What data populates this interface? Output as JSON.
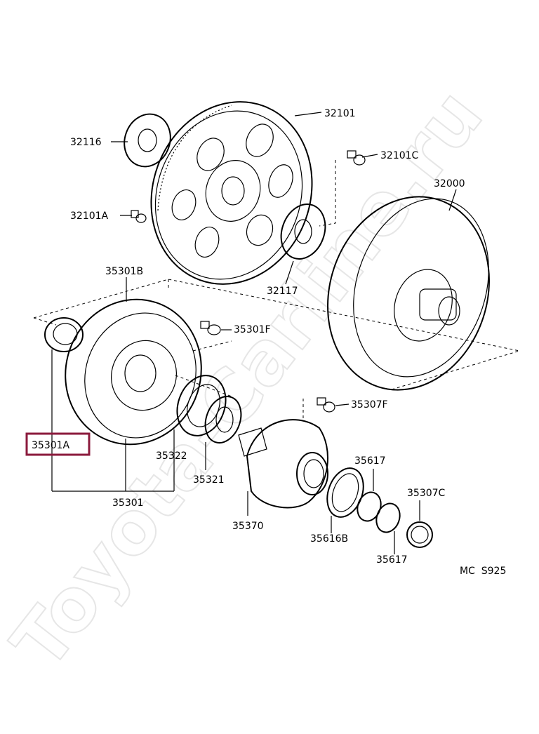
{
  "watermark": "Toyota-Carline.ru",
  "code": "MC  S925",
  "highlight_color": "#8b1a3c",
  "parts": {
    "p32101": "32101",
    "p32116": "32116",
    "p32101C": "32101C",
    "p32000": "32000",
    "p32101A": "32101A",
    "p35301B": "35301B",
    "p32117": "32117",
    "p35301F": "35301F",
    "p35307F": "35307F",
    "p35301A": "35301A",
    "p35617a": "35617",
    "p35322": "35322",
    "p35307C": "35307C",
    "p35321": "35321",
    "p35301": "35301",
    "p35370": "35370",
    "p35616B": "35616B",
    "p35617b": "35617"
  }
}
